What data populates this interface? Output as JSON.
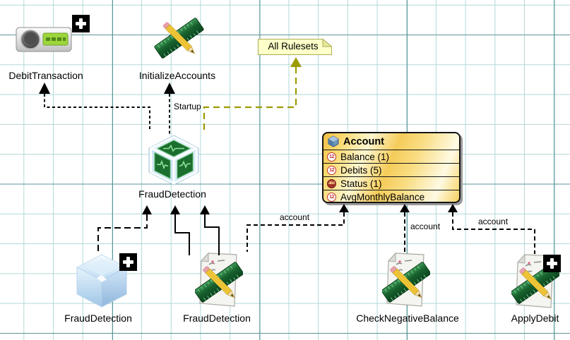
{
  "diagram": {
    "nodes": {
      "debit_transaction": {
        "label": "DebitTransaction",
        "type": "event",
        "has_plus_badge": true
      },
      "initialize_accounts": {
        "label": "InitializeAccounts",
        "type": "rule-function"
      },
      "fraud_detection_ruleset": {
        "label": "FraudDetection",
        "type": "ruleset-cube"
      },
      "fraud_detection_concept": {
        "label": "FraudDetection",
        "type": "concept-cube",
        "has_plus_badge": true
      },
      "fraud_detection_rule": {
        "label": "FraudDetection",
        "type": "rule"
      },
      "check_negative_balance": {
        "label": "CheckNegativeBalance",
        "type": "rule"
      },
      "apply_debit": {
        "label": "ApplyDebit",
        "type": "rule",
        "has_plus_badge": true
      }
    },
    "note": {
      "text": "All Rulesets"
    },
    "entity": {
      "title": "Account",
      "rows": [
        {
          "type": "integer",
          "icon_text": "12",
          "label": "Balance (1)"
        },
        {
          "type": "integer",
          "icon_text": "12",
          "label": "Debits (5)"
        },
        {
          "type": "string",
          "icon_text": "abc",
          "label": "Status (1)"
        },
        {
          "type": "integer",
          "icon_text": "12",
          "label": "AvgMonthlyBalance"
        }
      ]
    },
    "edge_labels": {
      "startup": "Startup",
      "account_1": "account",
      "account_2": "account",
      "account_3": "account"
    },
    "colors": {
      "grid_minor": "#B2D8D8",
      "grid_major": "#5E9598",
      "edge_black": "#000000",
      "edge_olive": "#9C9B00",
      "note_fill": "#FFFFC9",
      "note_border": "#ADAD55",
      "entity_gold": "#F5C75A",
      "entity_cream": "#FDF7DC"
    }
  }
}
